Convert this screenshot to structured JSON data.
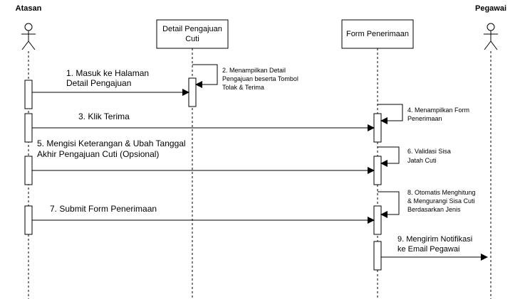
{
  "actors": {
    "atasan": "Atasan",
    "pegawai": "Pegawai"
  },
  "lifelines": {
    "detail": [
      "Detail Pengajuan",
      "Cuti"
    ],
    "form": "Form Penerimaan"
  },
  "messages": {
    "m1": [
      "1. Masuk ke Halaman",
      "Detail Pengajuan"
    ],
    "m2": [
      "2. Menampilkan Detail",
      "Pengajuan beserta Tombol",
      "Tolak & Terima"
    ],
    "m3": [
      "3. Klik Terima"
    ],
    "m4": [
      "4. Menampilkan Form",
      "Penerimaan"
    ],
    "m5": [
      "5. Mengisi Keterangan & Ubah Tanggal",
      "Akhir Pengajuan Cuti (Opsional)"
    ],
    "m6": [
      "6. Validasi Sisa",
      "Jatah Cuti"
    ],
    "m7": [
      "7. Submit Form Penerimaan"
    ],
    "m8": [
      "8. Otomatis Menghitung",
      "& Mengurangi Sisa Cuti",
      "Berdasarkan Jenis"
    ],
    "m9": [
      "9. Mengirim Notifikasi",
      "ke Email Pegawai"
    ]
  },
  "colors": {
    "line": "#000000",
    "background": "#ffffff"
  }
}
